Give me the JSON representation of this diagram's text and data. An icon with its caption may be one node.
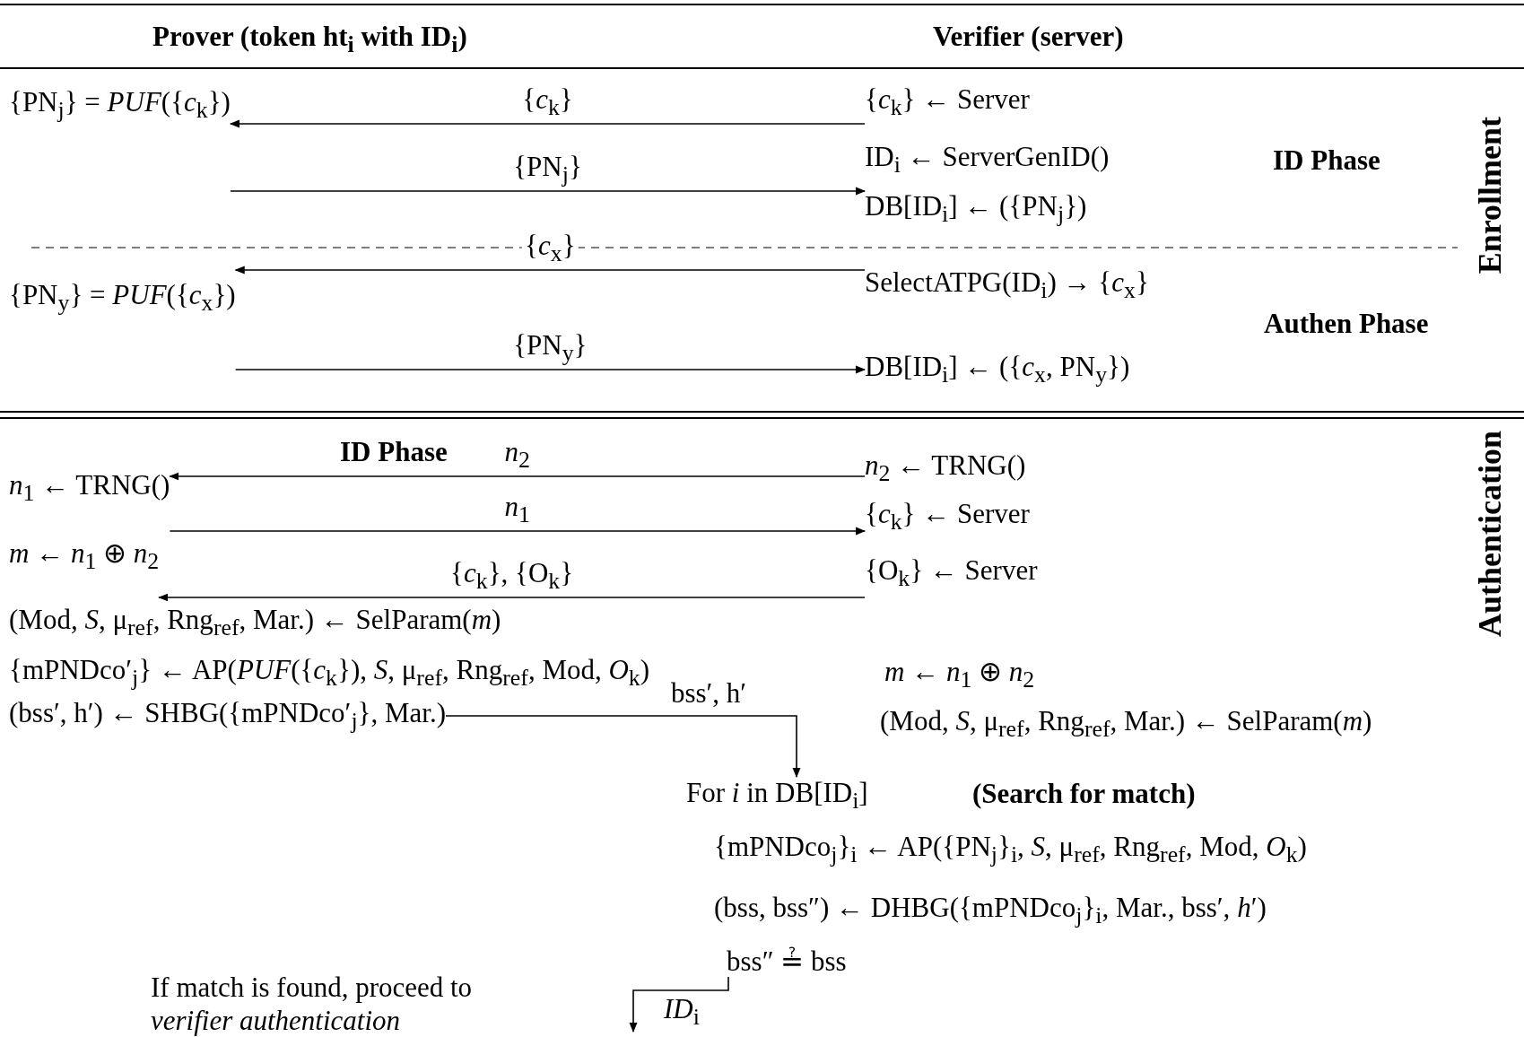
{
  "diagram": {
    "nodes": [
      {
        "text": [
          "{PN$_{j}$} = *PUF*({*c*$_{k}$})"
        ]
      },
      {
        "text": [
          "{*c*$_{k}$} ← Server"
        ]
      },
      {
        "text": [
          "DB[ID$_{i}$] ← ({PN$_{j}$})"
        ]
      },
      {
        "text": [
          "{PN$_{y}$} = *PUF*({*c*$_{x}$})"
        ]
      },
      {
        "text": [
          "SelectATPG(ID$_{i}$) → {*c*$_{x}$}"
        ]
      },
      {
        "text": [
          "DB[ID$_{i}$] ← ({*c*$_{x}$, PN$_{y}$})"
        ]
      },
      {
        "text": [
          "*n*$_{1}$ ← TRNG()"
        ]
      },
      {
        "text": [
          "*n*$_{2}$ ← TRNG()"
        ]
      },
      {
        "text": [
          "*m* ← *n*$_{1}$ ⊕ *n*$_{2}$"
        ]
      },
      {
        "text": [
          "{O$_{k}$} ← Server"
        ]
      },
      {
        "text": [
          "(bss′, h′) ← SHBG({mPNDco′$_{j}$}, Mar.)"
        ]
      },
      {
        "text": [
          "For *i* in DB[ID$_{i}$]"
        ]
      },
      {
        "text": [
          "bss″ ≟ bss"
        ]
      }
    ],
    "edges": [
      {
        "from": 1,
        "to": 0,
        "arrow": "to",
        "label": "{*c*$_{k}$}"
      },
      {
        "from": 0,
        "to": 2,
        "arrow": "to",
        "label": "{PN$_{j}$}"
      },
      {
        "from": 4,
        "to": 3,
        "arrow": "to",
        "label": "{*c*$_{x}$}"
      },
      {
        "from": 3,
        "to": 5,
        "arrow": "to",
        "label": "{PN$_{y}$}"
      },
      {
        "from": 7,
        "to": 6,
        "arrow": "to",
        "label": "*n*$_{2}$"
      },
      {
        "from": 6,
        "to": 7,
        "arrow": "to",
        "label": "*n*$_{1}$"
      },
      {
        "from": 9,
        "to": 8,
        "arrow": "to",
        "label": "{*c*$_{k}$}, {O$_{k}$}"
      },
      {
        "from": 10,
        "to": 11,
        "arrow": "to",
        "label": "bss′, h′"
      },
      {
        "from": 12,
        "to": null,
        "arrow": "to",
        "label": "*ID*$_{i}$"
      }
    ],
    "labels": [
      "Prover (token ht$_{i}$ with ID$_{i}$)",
      "Verifier (server)",
      "ID$_{i}$ ← ServerGenID()",
      "ID Phase",
      "Authen Phase",
      "Enrollment",
      "ID Phase",
      "{*c*$_{k}$} ← Server",
      "(Mod, *S*, μ$_{ref}$, Rng$_{ref}$, Mar.) ← SelParam(*m*)",
      "{mPNDco′$_{j}$} ← AP(*PUF*({*c*$_{k}$}), *S*, μ$_{ref}$, Rng$_{ref}$, Mod, *O*$_{k}$)",
      "*m* ← *n*$_{1}$ ⊕ *n*$_{2}$",
      "(Mod, *S*, μ$_{ref}$, Rng$_{ref}$, Mar.) ← SelParam(*m*)",
      "(Search for match)",
      "{mPNDco$_{j}$}$_{i}$ ← AP({PN$_{j}$}$_{i}$, *S*, μ$_{ref}$, Rng$_{ref}$, Mod, *O*$_{k}$)",
      "(bss, bss″) ← DHBG({mPNDco$_{j}$}$_{i}$, Mar., bss′, *h*′)",
      "If match is found, proceed to *verifier authentication*",
      "Authentication"
    ]
  }
}
